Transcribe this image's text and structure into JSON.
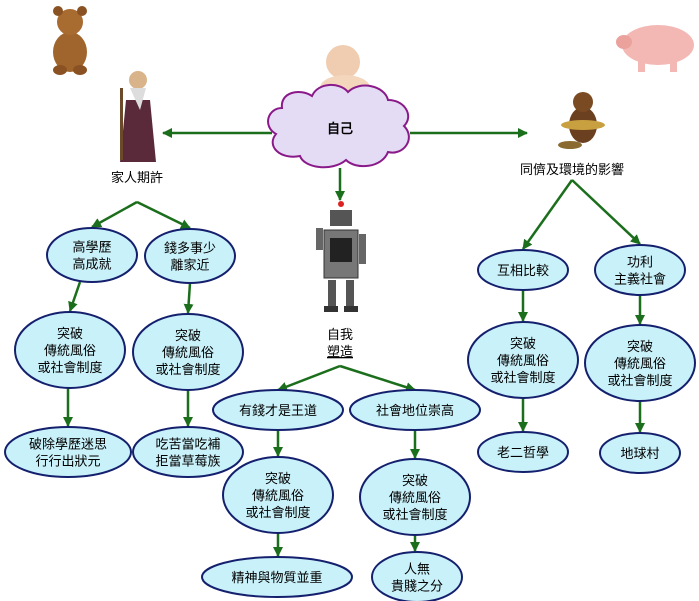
{
  "center": {
    "label": "自己"
  },
  "branches": {
    "family": {
      "label": "家人期許"
    },
    "self": {
      "lines": [
        "自我",
        "塑造"
      ]
    },
    "peers": {
      "label": "同儕及環境的影響"
    }
  },
  "nodes": {
    "f1": [
      "高學歷",
      "高成就"
    ],
    "f2": [
      "錢多事少",
      "離家近"
    ],
    "f1b": [
      "突破",
      "傳統風俗",
      "或社會制度"
    ],
    "f2b": [
      "突破",
      "傳統風俗",
      "或社會制度"
    ],
    "f1c": [
      "破除學歷迷思",
      "行行出狀元"
    ],
    "f2c": [
      "吃苦當吃補",
      "拒當草莓族"
    ],
    "s1": [
      "有錢才是王道"
    ],
    "s2": [
      "社會地位崇高"
    ],
    "s1b": [
      "突破",
      "傳統風俗",
      "或社會制度"
    ],
    "s2b": [
      "突破",
      "傳統風俗",
      "或社會制度"
    ],
    "s1c": [
      "精神與物質並重"
    ],
    "s2c": [
      "人無",
      "貴賤之分"
    ],
    "p1": [
      "互相比較"
    ],
    "p2": [
      "功利",
      "主義社會"
    ],
    "p1b": [
      "突破",
      "傳統風俗",
      "或社會制度"
    ],
    "p2b": [
      "突破",
      "傳統風俗",
      "或社會制度"
    ],
    "p1c": [
      "老二哲學"
    ],
    "p2c": [
      "地球村"
    ]
  },
  "colors": {
    "arrow": "#1b6e1b",
    "node_fill": "#c9f1f9",
    "node_stroke": "#14206e",
    "cloud_fill": "#e4dcf4",
    "cloud_stroke": "#8a1a8a"
  }
}
